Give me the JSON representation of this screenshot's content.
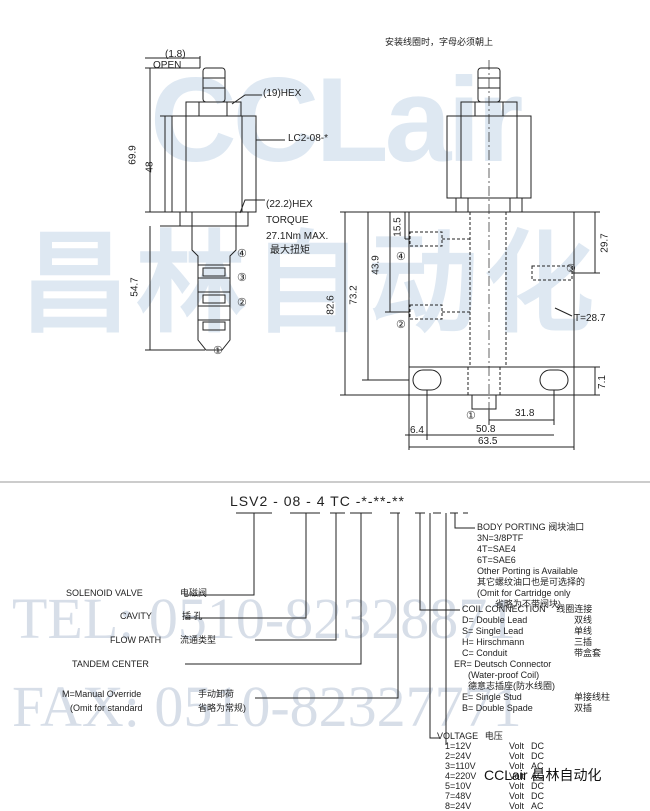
{
  "header_note": "安装线圈时，字母必须朝上",
  "watermark": {
    "logo": "CCLair",
    "logo_cn": "昌林自动化",
    "tel": "TEL: 0510-82328871",
    "fax": "FAX: 0510-82327771"
  },
  "brand": "CCLair 昌林自动化",
  "dims_left": {
    "open_value": "(1.8)",
    "open_label": "OPEN",
    "hex19": "(19)HEX",
    "coil": "LC2-08-*",
    "hex22": "(22.2)HEX",
    "torque": "TORQUE",
    "torque_value": "27.1Nm MAX.",
    "torque_cn": "最大扭矩",
    "h69": "69.9",
    "h48": "48",
    "h547": "54.7"
  },
  "dims_right": {
    "d155": "15.5",
    "d439": "43.9",
    "d732": "73.2",
    "d826": "82.6",
    "d297": "29.7",
    "t287": "T=28.7",
    "d71": "7.1",
    "d318": "31.8",
    "d64": "6.4",
    "d508": "50.8",
    "d635": "63.5"
  },
  "port_labels": [
    "①",
    "②",
    "③",
    "④"
  ],
  "model_code": {
    "base": "LSV2",
    "cavity": "08",
    "flow": "4",
    "tandem": "TC",
    "tail": "-*-**-**"
  },
  "left_labels": [
    {
      "en": "SOLENOID VALVE",
      "cn": "电磁阀"
    },
    {
      "en": "CAVITY",
      "cn": "插   孔"
    },
    {
      "en": "FLOW PATH",
      "cn": "流通类型"
    },
    {
      "en": "TANDEM CENTER",
      "cn": ""
    },
    {
      "en": "M=Manual Override",
      "cn": "手动卸荷"
    },
    {
      "en": "(Omit for standard",
      "cn": "省略为常规)"
    }
  ],
  "body_porting": {
    "title": "BODY PORTING",
    "title_cn": "阀块油口",
    "lines": [
      "3N=3/8PTF",
      "4T=SAE4",
      "6T=SAE6",
      "Other Porting is Available",
      "其它螺纹油口也是可选择的",
      "(Omit for Cartridge only",
      "省略为不带阀块)"
    ]
  },
  "coil_connection": {
    "title": "COIL CONNECTION",
    "title_cn": "线圈连接",
    "items": [
      {
        "en": "D= Double Lead",
        "cn": "双线"
      },
      {
        "en": "S= Single Lead",
        "cn": "单线"
      },
      {
        "en": "H= Hirschmann",
        "cn": "三插"
      },
      {
        "en": "C= Conduit",
        "cn": "带盒套"
      },
      {
        "en": "ER= Deutsch Connector",
        "cn": ""
      },
      {
        "en": "(Water-proof Coil)",
        "cn": ""
      },
      {
        "en": "德意志插座(防水线圈)",
        "cn": ""
      },
      {
        "en": "E= Single Stud",
        "cn": "单接线柱"
      },
      {
        "en": "B= Double Spade",
        "cn": "双插"
      }
    ]
  },
  "voltage": {
    "title": "VOLTAGE",
    "title_cn": "电压",
    "items": [
      {
        "code": "1=12V",
        "unit": "Volt",
        "type": "DC"
      },
      {
        "code": "2=24V",
        "unit": "Volt",
        "type": "DC"
      },
      {
        "code": "3=110V",
        "unit": "Volt",
        "type": "AC"
      },
      {
        "code": "4=220V",
        "unit": "Volt",
        "type": "AC"
      },
      {
        "code": "5=10V",
        "unit": "Volt",
        "type": "DC"
      },
      {
        "code": "7=48V",
        "unit": "Volt",
        "type": "DC"
      },
      {
        "code": "8=24V",
        "unit": "Volt",
        "type": "AC"
      }
    ]
  }
}
